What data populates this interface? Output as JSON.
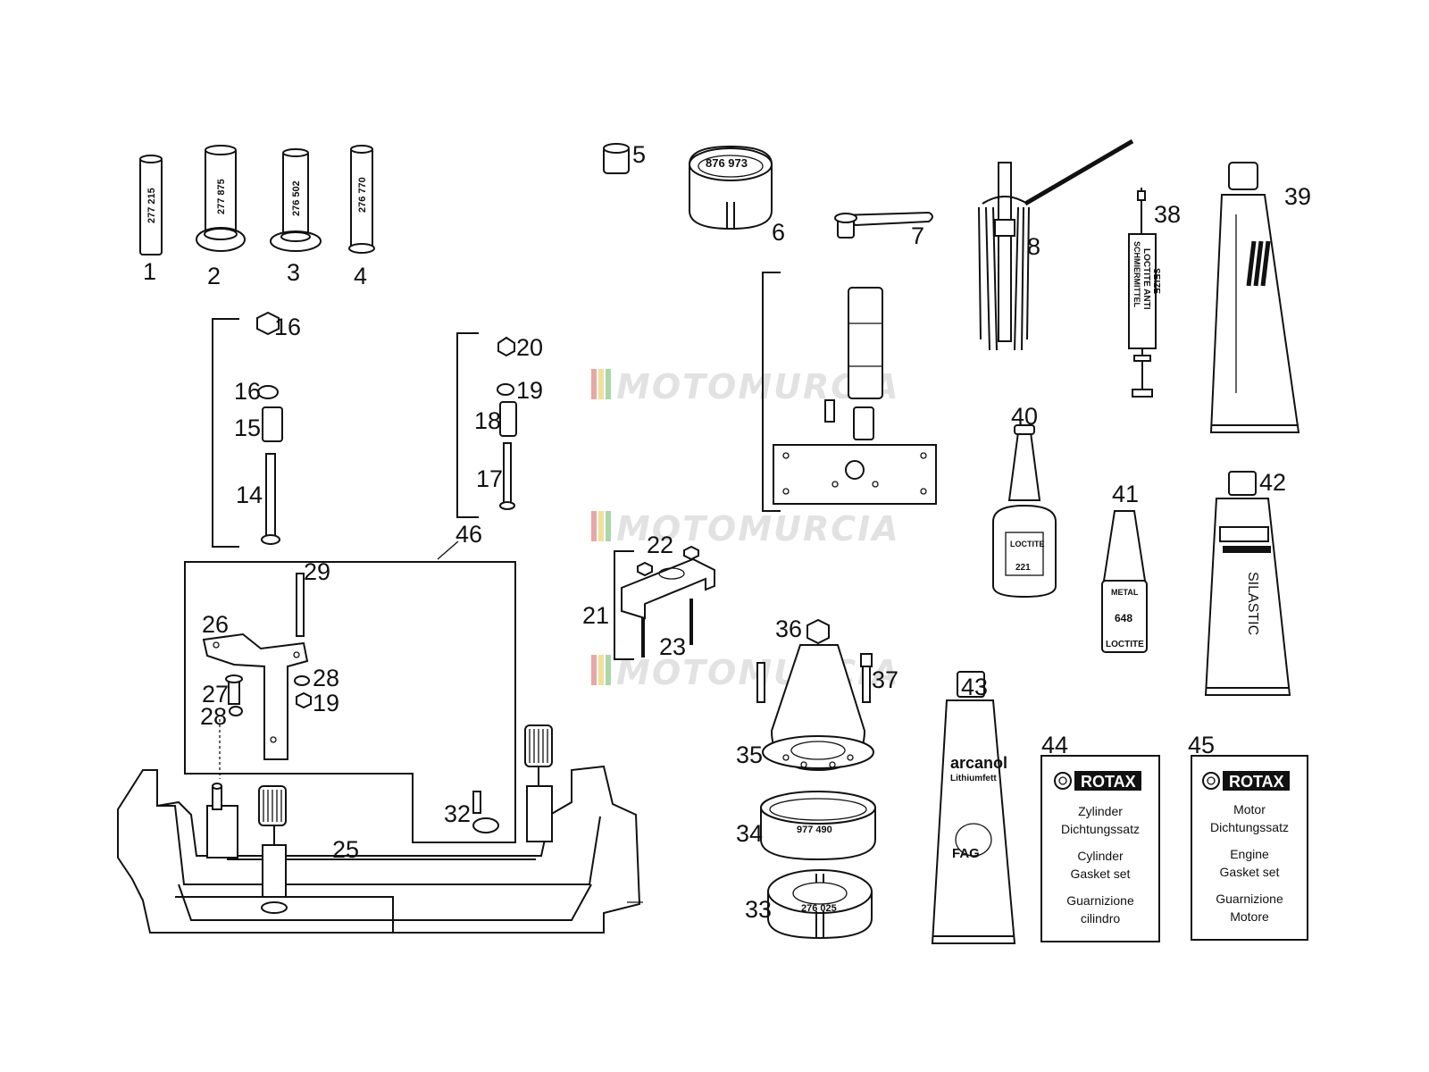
{
  "watermark": "MOTOMURCIA",
  "callouts": [
    "1",
    "2",
    "3",
    "4",
    "5",
    "6",
    "7",
    "8",
    "38",
    "39",
    "16",
    "16",
    "15",
    "14",
    "20",
    "19",
    "18",
    "17",
    "46",
    "40",
    "41",
    "42",
    "21",
    "22",
    "23",
    "36",
    "37",
    "29",
    "26",
    "28",
    "27",
    "19",
    "28",
    "43",
    "44",
    "45",
    "35",
    "34",
    "32",
    "25",
    "33"
  ],
  "stamps": {
    "p1": "277 215",
    "p2": "277 875",
    "p3": "276 502",
    "p4": "276 770",
    "p6": "876 973",
    "p34": "977 490",
    "p33": "276 025"
  },
  "products": {
    "p38": {
      "line1": "LOCTITE ANTI",
      "line2": "SEIZE",
      "line3": "SCHMIERMITTEL"
    },
    "p40": {
      "line1": "LOCTITE",
      "line2": "221"
    },
    "p41": {
      "line1": "METAL",
      "line2": "648",
      "line3": "LOCTITE"
    },
    "p42": {
      "brand": "SILASTIC"
    },
    "p43": {
      "brand": "arcanol",
      "sub": "Lithiumfett",
      "logo": "FAG"
    },
    "p44": {
      "brand": "ROTAX",
      "lines": [
        "Zylinder",
        "Dichtungssatz",
        "Cylinder",
        "Gasket set",
        "Guarnizione",
        "cilindro"
      ]
    },
    "p45": {
      "brand": "ROTAX",
      "lines": [
        "Motor",
        "Dichtungssatz",
        "Engine",
        "Gasket set",
        "Guarnizione",
        "Motore"
      ]
    }
  }
}
